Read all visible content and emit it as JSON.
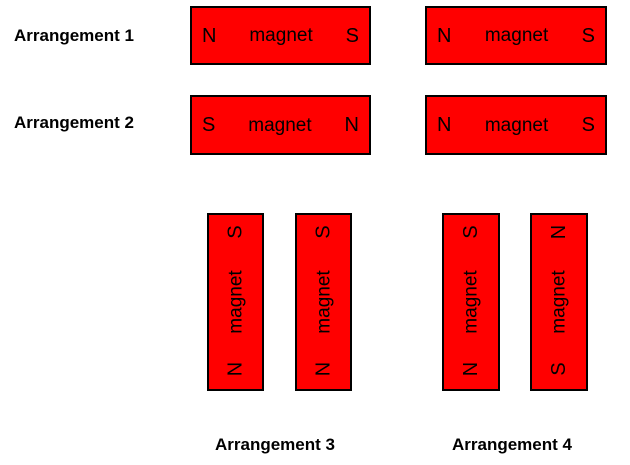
{
  "figure": {
    "type": "magnet-arrangements-diagram",
    "magnet_word": "magnet"
  },
  "colors": {
    "magnet_fill": "#ff0000",
    "magnet_border": "#000000",
    "text": "#000000",
    "background": "#ffffff"
  },
  "arrangements": [
    {
      "label": "Arrangement 1",
      "orientation": "horizontal",
      "magnets": [
        {
          "pole_a": "N",
          "body": "magnet",
          "pole_b": "S"
        },
        {
          "pole_a": "N",
          "body": "magnet",
          "pole_b": "S"
        }
      ]
    },
    {
      "label": "Arrangement 2",
      "orientation": "horizontal",
      "magnets": [
        {
          "pole_a": "S",
          "body": "magnet",
          "pole_b": "N"
        },
        {
          "pole_a": "N",
          "body": "magnet",
          "pole_b": "S"
        }
      ]
    },
    {
      "label": "Arrangement 3",
      "orientation": "vertical",
      "magnets": [
        {
          "pole_a": "S",
          "body": "magnet",
          "pole_b": "N"
        },
        {
          "pole_a": "S",
          "body": "magnet",
          "pole_b": "N"
        }
      ]
    },
    {
      "label": "Arrangement 4",
      "orientation": "vertical",
      "magnets": [
        {
          "pole_a": "S",
          "body": "magnet",
          "pole_b": "N"
        },
        {
          "pole_a": "N",
          "body": "magnet",
          "pole_b": "S"
        }
      ]
    }
  ]
}
